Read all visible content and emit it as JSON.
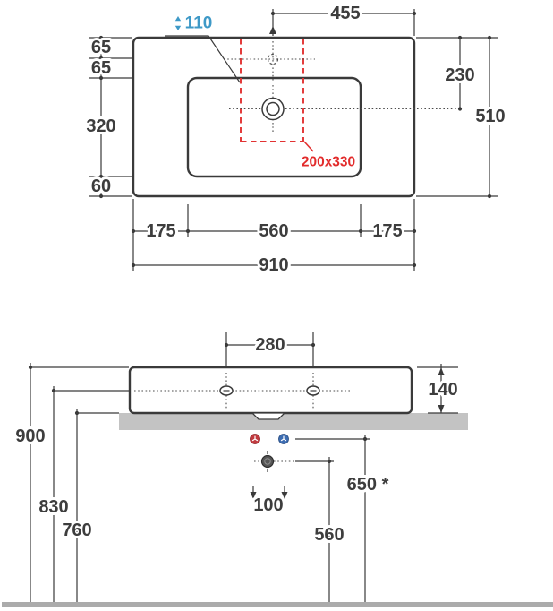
{
  "colors": {
    "line": "#3a3a3a",
    "cutout_red": "#e23232",
    "note_blue": "#3e99c7",
    "hot_red": "#c13a3f",
    "cold_blue": "#3d6db2",
    "wall_gray": "#c3c3c3",
    "floor_gray": "#ababab"
  },
  "top_view": {
    "tap_depth": "110",
    "tap_offset": "455",
    "edge_gap_1": "65",
    "edge_gap_2": "65",
    "bowl_depth": "320",
    "bottom_gap": "60",
    "drain_offset": "230",
    "total_depth": "510",
    "side_margin_left": "175",
    "bowl_width": "560",
    "side_margin_right": "175",
    "total_width": "910",
    "cutout_size": "200x330"
  },
  "front_view": {
    "hole_spacing": "280",
    "basin_height": "140",
    "height_top": "900",
    "height_holes": "830",
    "height_bottom": "760",
    "drain_clearance": "100",
    "waste_height": "560",
    "supply_height": "650 *"
  }
}
